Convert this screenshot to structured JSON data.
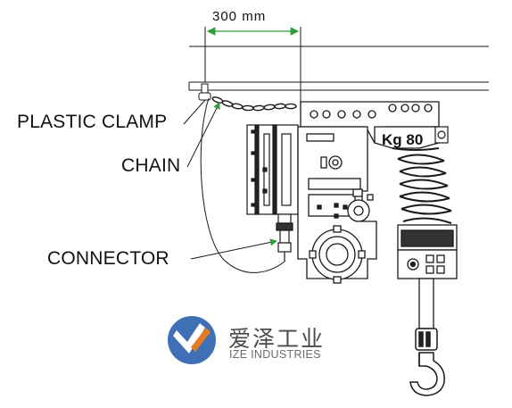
{
  "dimension": {
    "label": "300  mm"
  },
  "callouts": {
    "plastic_clamp": "PLASTIC CLAMP",
    "chain": "CHAIN",
    "connector": "CONNECTOR"
  },
  "hoist": {
    "weight_mark": "Kg 80"
  },
  "watermark": {
    "brand_cn": "爱泽工业",
    "brand_en": "IZE INDUSTRIES"
  },
  "colors": {
    "line": "#1a1a1a",
    "leader_green": "#2e9e3a",
    "logo_blue": "#3f6fb5",
    "logo_orange": "#e57a26",
    "watermark_text": "#4a4a4a"
  }
}
